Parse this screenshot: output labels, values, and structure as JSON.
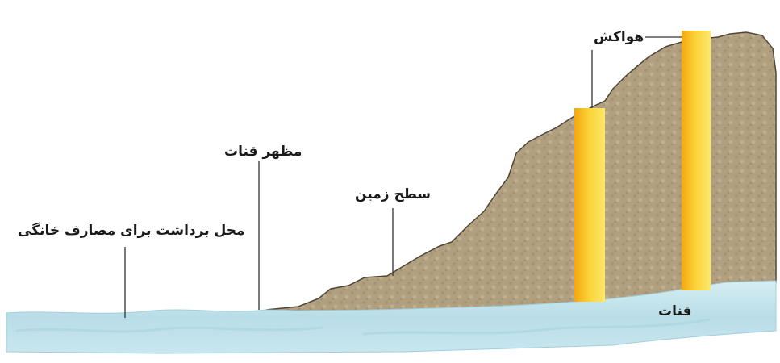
{
  "labels": {
    "ventilation_shaft": "هواکش",
    "ground_surface": "سطح زمین",
    "qanat_outlet": "مظهر قنات",
    "household_use": "محل برداشت برای مصارف خانگی",
    "qanat": "قنات"
  },
  "colors": {
    "ground": "#b3a282",
    "ground_edge": "#5a5040",
    "water": "#bde0ea",
    "shaft_left": "#f3b51a",
    "shaft_right": "#f9e05c",
    "leader": "#333333"
  }
}
